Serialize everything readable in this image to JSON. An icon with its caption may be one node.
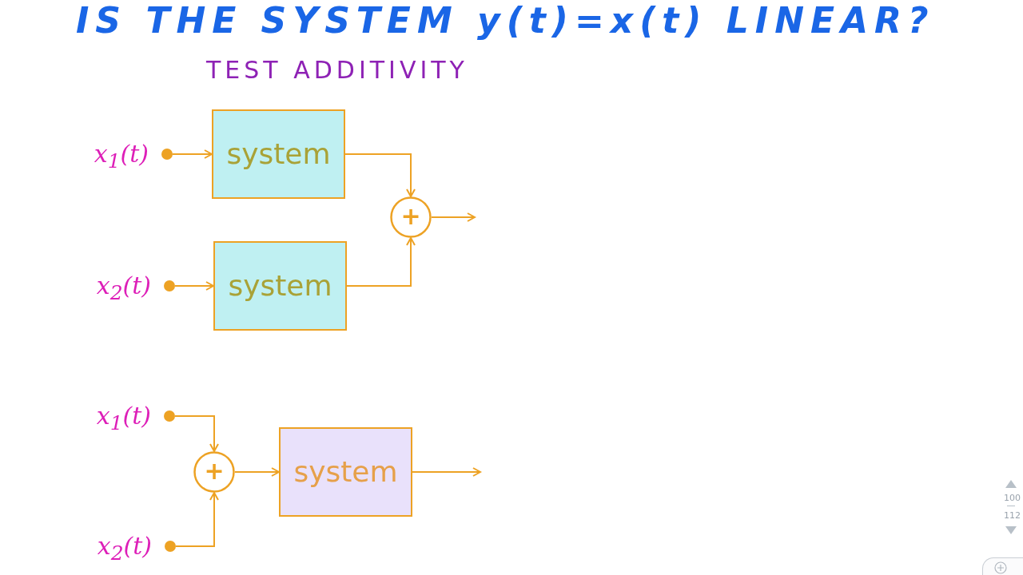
{
  "diagram": {
    "title": "IS THE SYSTEM y(t)=x(t) LINEAR?",
    "nodes": [
      {
        "text": [],
        "shape": "circle",
        "beside": [
          "x$_{1}$(t)"
        ]
      },
      {
        "text": [
          "system"
        ]
      },
      {
        "text": [
          "+"
        ]
      },
      {
        "text": [],
        "shape": "circle",
        "beside": [
          "x$_{2}$(t)"
        ]
      },
      {
        "text": [
          "system"
        ]
      },
      {
        "text": [],
        "shape": "circle",
        "beside": [
          "x$_{1}$(t)"
        ]
      },
      {
        "text": [
          "+"
        ]
      },
      {
        "text": [
          "system"
        ]
      },
      {
        "text": [],
        "shape": "circle",
        "beside": [
          "x$_{2}$(t)"
        ]
      }
    ],
    "edges": [
      {
        "from": 0,
        "to": 1,
        "arrow": "to"
      },
      {
        "from": 1,
        "to": 2,
        "arrow": "to"
      },
      {
        "from": 4,
        "to": 2,
        "arrow": "to"
      },
      {
        "from": 2,
        "to": null,
        "arrow": "to"
      },
      {
        "from": 3,
        "to": 4,
        "arrow": "to"
      },
      {
        "from": 5,
        "to": 6,
        "arrow": "to"
      },
      {
        "from": 8,
        "to": 6,
        "arrow": "to"
      },
      {
        "from": 6,
        "to": 7,
        "arrow": "to"
      },
      {
        "from": 7,
        "to": null,
        "arrow": "to"
      }
    ],
    "labels": [
      "TEST ADDITIVITY",
      "100",
      "112"
    ]
  }
}
